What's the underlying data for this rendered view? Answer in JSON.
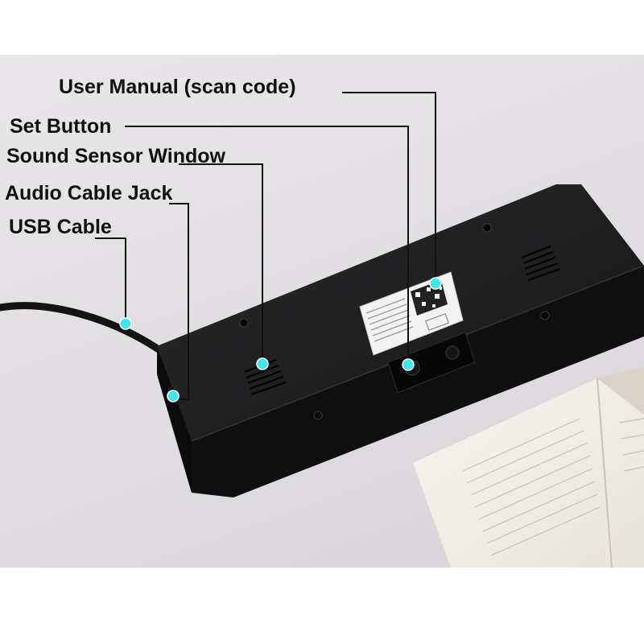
{
  "callouts": [
    {
      "id": "user-manual",
      "label": "User Manual (scan code)"
    },
    {
      "id": "set-button",
      "label": "Set Button"
    },
    {
      "id": "sound-sensor-window",
      "label": "Sound Sensor Window"
    },
    {
      "id": "audio-cable-jack",
      "label": "Audio Cable Jack"
    },
    {
      "id": "usb-cable",
      "label": "USB Cable"
    }
  ],
  "colors": {
    "marker": "#3ee6ee",
    "leader_line": "#111111",
    "device_body": "#1a1a1b",
    "background": "#e4e1e5"
  }
}
